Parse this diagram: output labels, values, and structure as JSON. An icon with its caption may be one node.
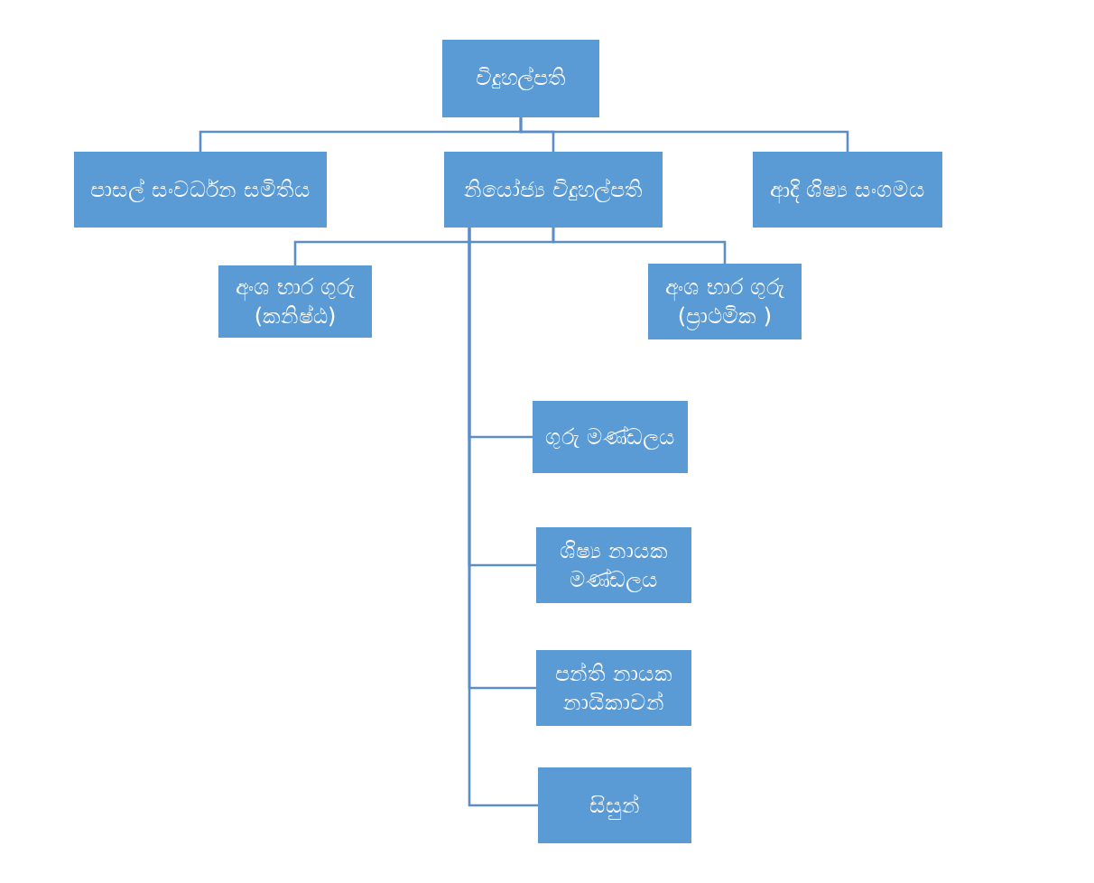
{
  "diagram": {
    "nodes": [
      {
        "text": [
          "විදුහල්පති"
        ]
      },
      {
        "text": [
          "පාසල් සංවර්ධන සමිතිය"
        ]
      },
      {
        "text": [
          "නියෝජ්‍ය විදුහල්පති"
        ]
      },
      {
        "text": [
          "ආදි ශිෂ්‍ය සංගමය"
        ]
      },
      {
        "text": [
          "අංශ භාර ගුරු (කනිෂ්ඨ)"
        ]
      },
      {
        "text": [
          "අංශ භාර ගුරු (ප්‍රාථමික )"
        ]
      },
      {
        "text": [
          "ගුරු මණ්ඩලය"
        ]
      },
      {
        "text": [
          "ශිෂ්‍ය නායක මණ්ඩලය"
        ]
      },
      {
        "text": [
          "පන්ති නායක නායිකාවන්"
        ]
      },
      {
        "text": [
          "සිසුන්"
        ]
      }
    ],
    "edges": [
      {
        "from": 0,
        "to": 1,
        "arrow": "none"
      },
      {
        "from": 0,
        "to": 2,
        "arrow": "none"
      },
      {
        "from": 0,
        "to": 3,
        "arrow": "none"
      },
      {
        "from": 2,
        "to": 4,
        "arrow": "none"
      },
      {
        "from": 2,
        "to": 5,
        "arrow": "none"
      },
      {
        "from": 2,
        "to": 6,
        "arrow": "none"
      },
      {
        "from": 2,
        "to": 7,
        "arrow": "none"
      },
      {
        "from": 2,
        "to": 8,
        "arrow": "none"
      },
      {
        "from": 2,
        "to": 9,
        "arrow": "none"
      }
    ]
  }
}
